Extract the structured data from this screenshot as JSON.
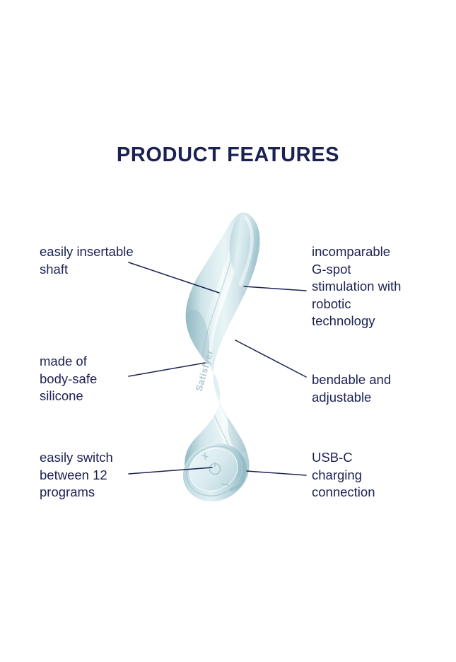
{
  "page": {
    "background_color": "#ffffff",
    "ink_color": "#1c2153",
    "title": "PRODUCT FEATURES"
  },
  "product": {
    "name": "Satisfyer G-Spot Vibrator",
    "brand_text": "Satisfyer",
    "body_color_light": "#e6f1f3",
    "body_color_mid": "#cde2e7",
    "body_color_shadow": "#a9cbd3",
    "body_color_deep": "#8fb8c2",
    "highlight_color": "#f4fbfc"
  },
  "callouts": [
    {
      "id": "shaft",
      "side": "left",
      "text": "easily insertable\nshaft",
      "lines": [
        "easily insertable",
        "shaft"
      ]
    },
    {
      "id": "silicone",
      "side": "left",
      "text": "made of\nbody-safe\nsilicone",
      "lines": [
        "made of",
        "body-safe",
        "silicone"
      ]
    },
    {
      "id": "programs",
      "side": "left",
      "text": "easily switch\nbetween 12\nprograms",
      "lines": [
        "easily switch",
        "between 12",
        "programs"
      ]
    },
    {
      "id": "gspot",
      "side": "right",
      "text": "incomparable\nG-spot\nstimulation with\nrobotic\ntechnology",
      "lines": [
        "incomparable",
        "G-spot",
        "stimulation with",
        "robotic",
        "technology"
      ]
    },
    {
      "id": "bendable",
      "side": "right",
      "text": "bendable and\nadjustable",
      "lines": [
        "bendable and",
        "adjustable"
      ]
    },
    {
      "id": "usbc",
      "side": "right",
      "text": "USB-C\ncharging\nconnection",
      "lines": [
        "USB-C",
        "charging",
        "connection"
      ]
    }
  ]
}
